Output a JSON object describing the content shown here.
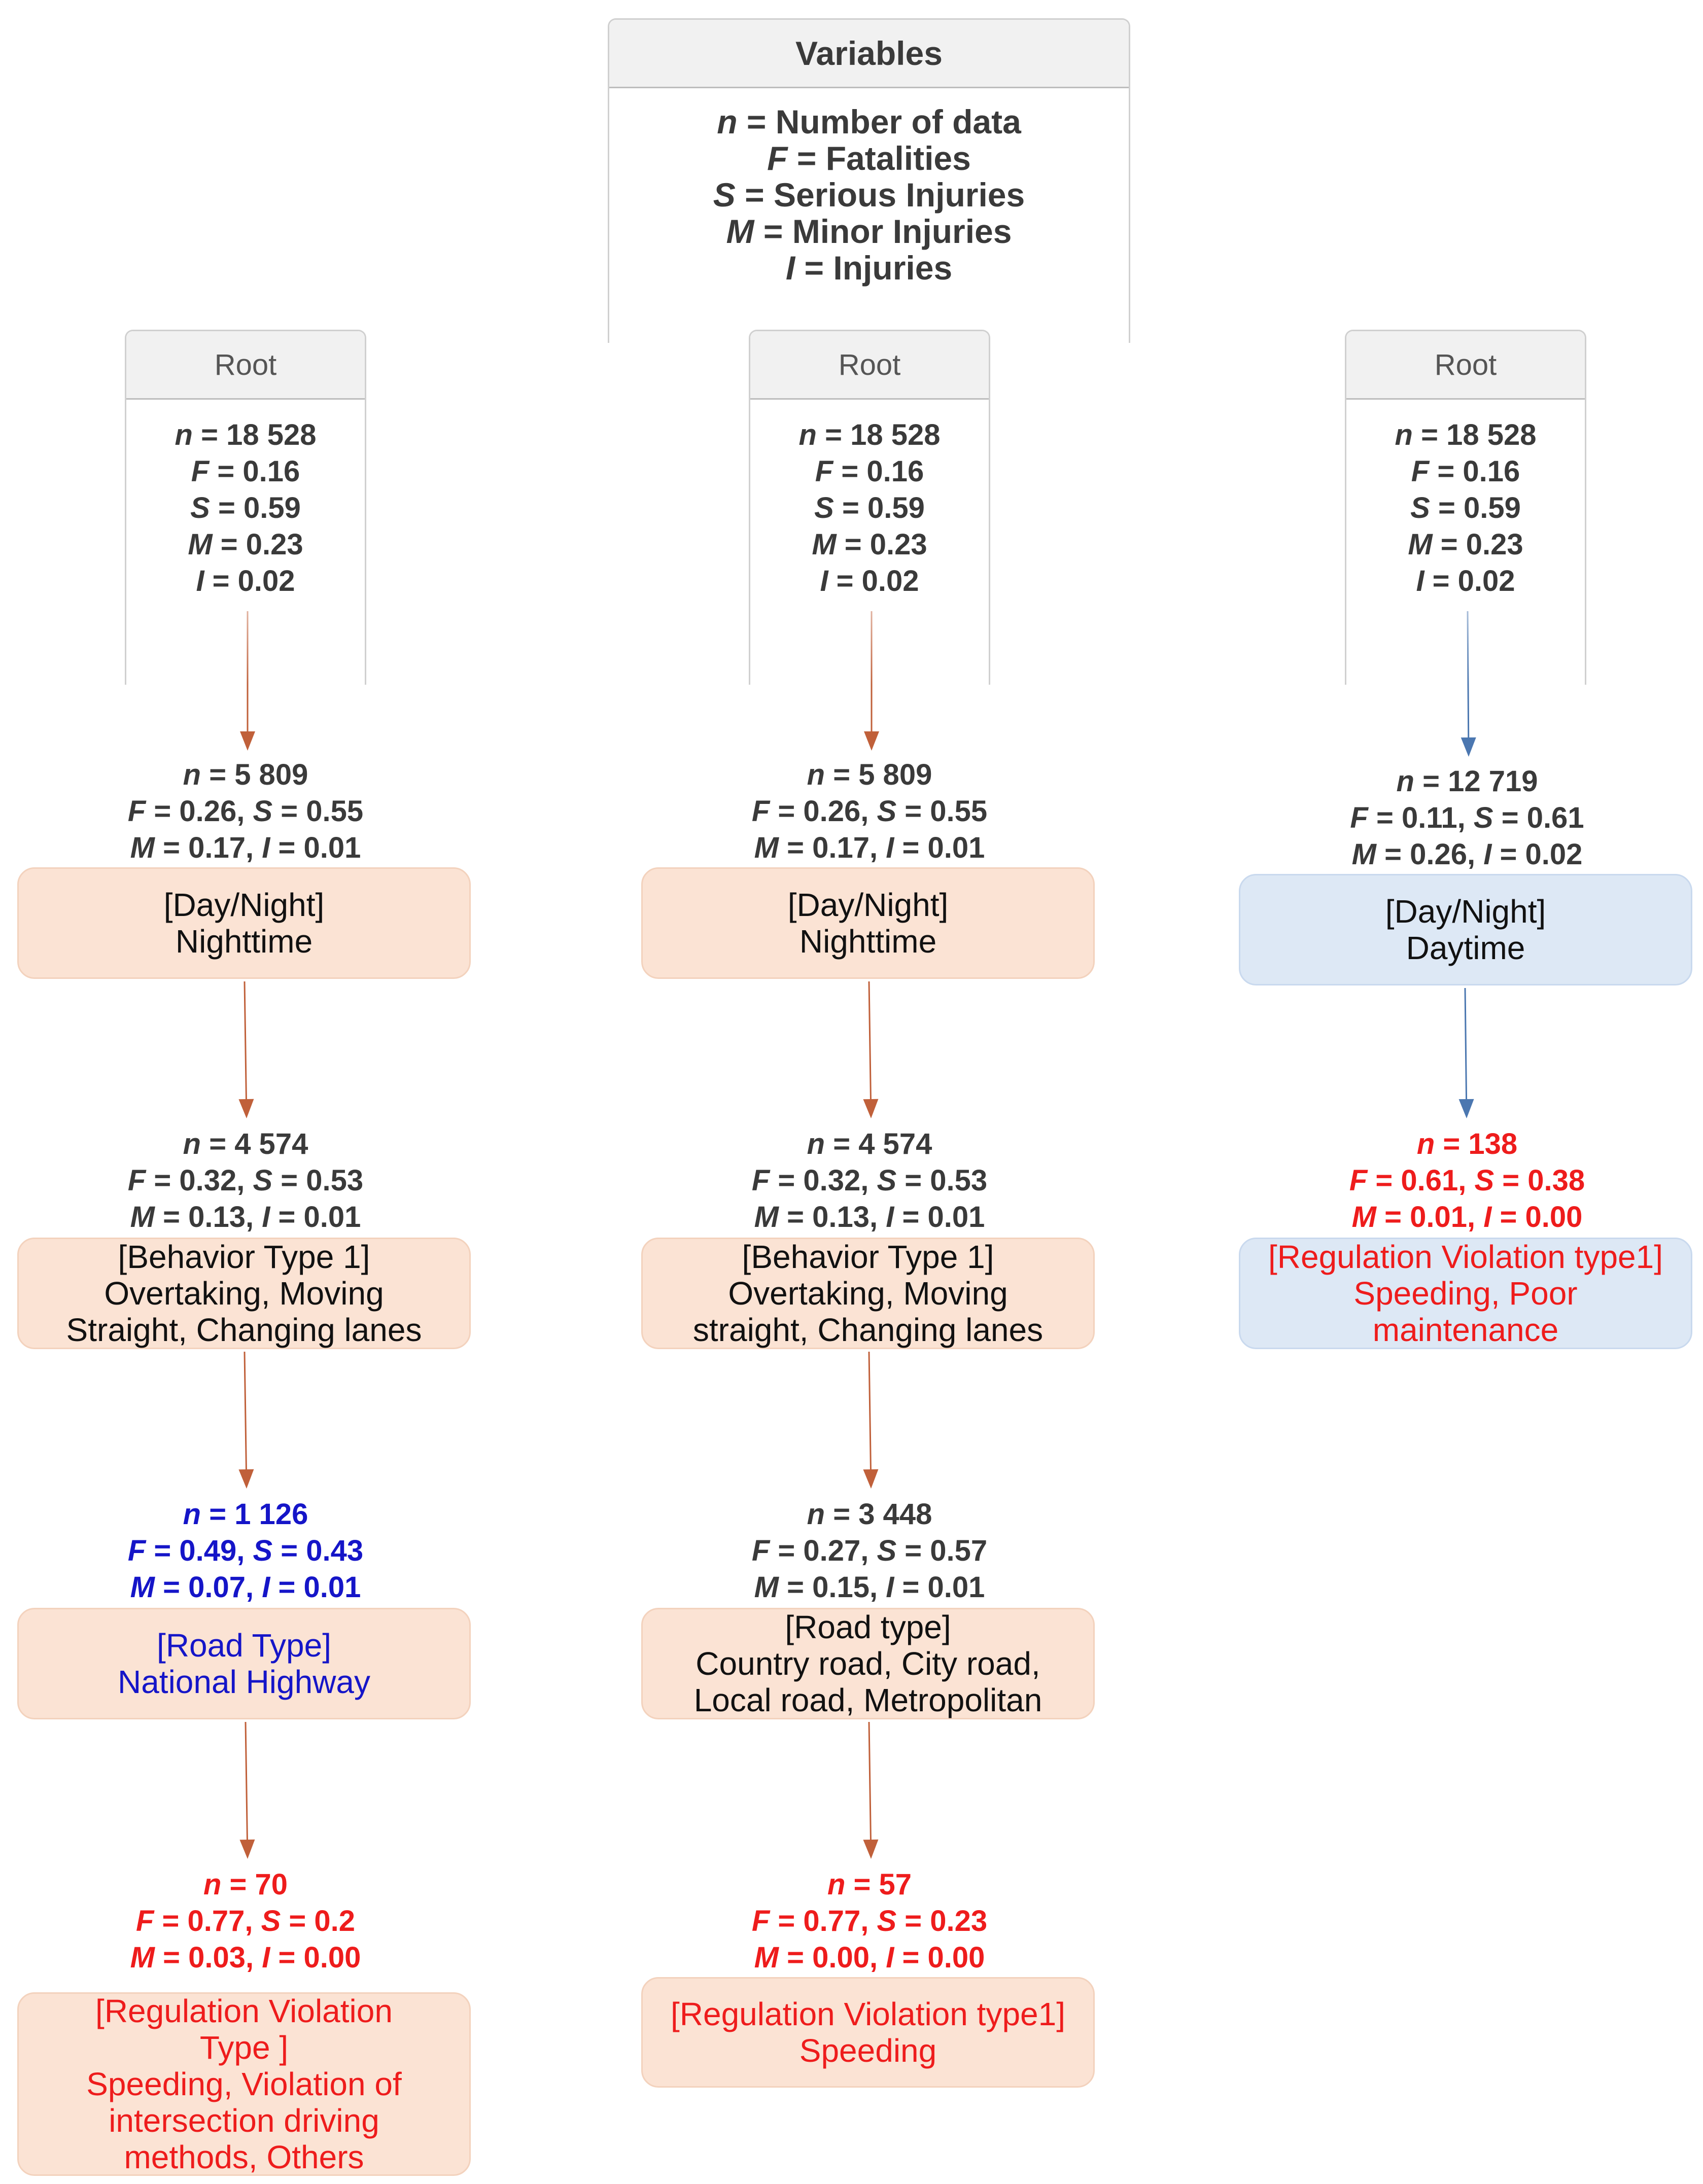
{
  "legend": {
    "title": "Variables",
    "items": [
      {
        "symbol": "n",
        "eq": " = ",
        "desc": "Number of data"
      },
      {
        "symbol": "F",
        "eq": " = ",
        "desc": "Fatalities"
      },
      {
        "symbol": "S",
        "eq": " = ",
        "desc": "Serious Injuries"
      },
      {
        "symbol": "M",
        "eq": " = ",
        "desc": "Minor Injuries"
      },
      {
        "symbol": "I",
        "eq": " = ",
        "desc": "Injuries"
      }
    ]
  },
  "trees": [
    {
      "root": {
        "label": "Root",
        "n": "18 528",
        "F": "0.16",
        "S": "0.59",
        "M": "0.23",
        "I": "0.02"
      },
      "levels": [
        {
          "stats": {
            "n": "5 809",
            "F": "0.26",
            "S": "0.55",
            "M": "0.17",
            "I": "0.01"
          },
          "node": {
            "category": "[Day/Night]",
            "lines": [
              "Nighttime"
            ]
          }
        },
        {
          "stats": {
            "n": "4 574",
            "F": "0.32",
            "S": "0.53",
            "M": "0.13",
            "I": "0.01"
          },
          "node": {
            "category": "[Behavior Type 1]",
            "lines": [
              "Overtaking, Moving",
              "Straight, Changing lanes"
            ]
          }
        },
        {
          "stats": {
            "n": "1 126",
            "F": "0.49",
            "S": "0.43",
            "M": "0.07",
            "I": "0.01"
          },
          "node": {
            "category": "[Road Type]",
            "lines": [
              "National Highway"
            ]
          }
        },
        {
          "stats": {
            "n": "70",
            "F": "0.77",
            "S": "0.2",
            "M": "0.03",
            "I": "0.00"
          },
          "node": {
            "category": "[Regulation Violation",
            "lines": [
              "Type ]",
              "Speeding, Violation of",
              "intersection driving",
              "methods, Others"
            ]
          }
        }
      ]
    },
    {
      "root": {
        "label": "Root",
        "n": "18 528",
        "F": "0.16",
        "S": "0.59",
        "M": "0.23",
        "I": "0.02"
      },
      "levels": [
        {
          "stats": {
            "n": "5 809",
            "F": "0.26",
            "S": "0.55",
            "M": "0.17",
            "I": "0.01"
          },
          "node": {
            "category": "[Day/Night]",
            "lines": [
              "Nighttime"
            ]
          }
        },
        {
          "stats": {
            "n": "4 574",
            "F": "0.32",
            "S": "0.53",
            "M": "0.13",
            "I": "0.01"
          },
          "node": {
            "category": "[Behavior Type 1]",
            "lines": [
              "Overtaking, Moving",
              "straight, Changing lanes"
            ]
          }
        },
        {
          "stats": {
            "n": "3 448",
            "F": "0.27",
            "S": "0.57",
            "M": "0.15",
            "I": "0.01"
          },
          "node": {
            "category": "[Road type]",
            "lines": [
              "Country road, City road,",
              "Local road, Metropolitan"
            ]
          }
        },
        {
          "stats": {
            "n": "57",
            "F": "0.77",
            "S": "0.23",
            "M": "0.00",
            "I": "0.00"
          },
          "node": {
            "category": "[Regulation Violation type1]",
            "lines": [
              "Speeding"
            ]
          }
        }
      ]
    },
    {
      "root": {
        "label": "Root",
        "n": "18 528",
        "F": "0.16",
        "S": "0.59",
        "M": "0.23",
        "I": "0.02"
      },
      "levels": [
        {
          "stats": {
            "n": "12 719",
            "F": "0.11",
            "S": "0.61",
            "M": "0.26",
            "I": "0.02"
          },
          "node": {
            "category": "[Day/Night]",
            "lines": [
              "Daytime"
            ]
          }
        },
        {
          "stats": {
            "n": "138",
            "F": "0.61",
            "S": "0.38",
            "M": "0.01",
            "I": "0.00"
          },
          "node": {
            "category": "[Regulation Violation type1]",
            "lines": [
              "Speeding, Poor",
              "maintenance"
            ]
          }
        }
      ]
    }
  ],
  "colors": {
    "node_fill_orange": "#fbe3d4",
    "node_fill_blue": "#dde8f5",
    "edge_orange": "#c0603a",
    "edge_blue": "#4b77b0",
    "highlight_red": "#ee1c1c",
    "highlight_blue": "#1515c8",
    "text_dark": "#3a3a3a"
  }
}
